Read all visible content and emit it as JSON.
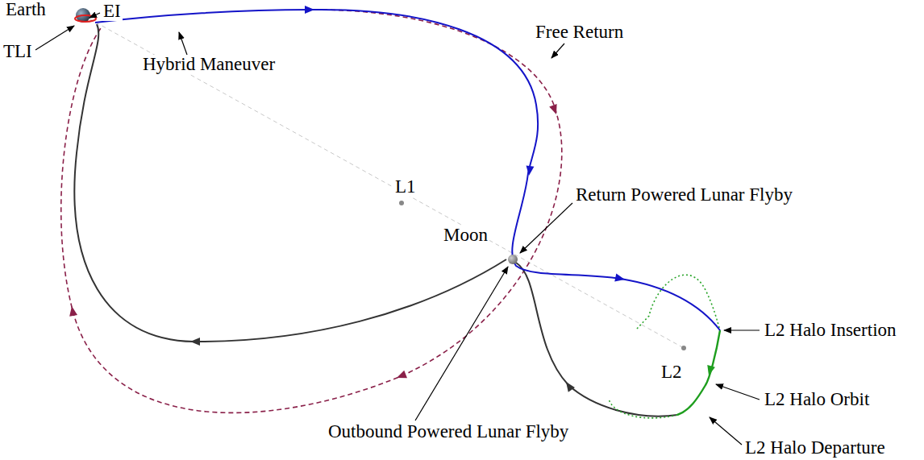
{
  "diagram": {
    "labels": [
      "Earth",
      "EI",
      "TLI",
      "Hybrid Maneuver",
      "Free Return",
      "L1",
      "Return Powered Lunar Flyby",
      "Moon",
      "L2 Halo Insertion",
      "L2",
      "L2 Halo Orbit",
      "Outbound Powered Lunar Flyby",
      "L2 Halo Departure"
    ]
  }
}
